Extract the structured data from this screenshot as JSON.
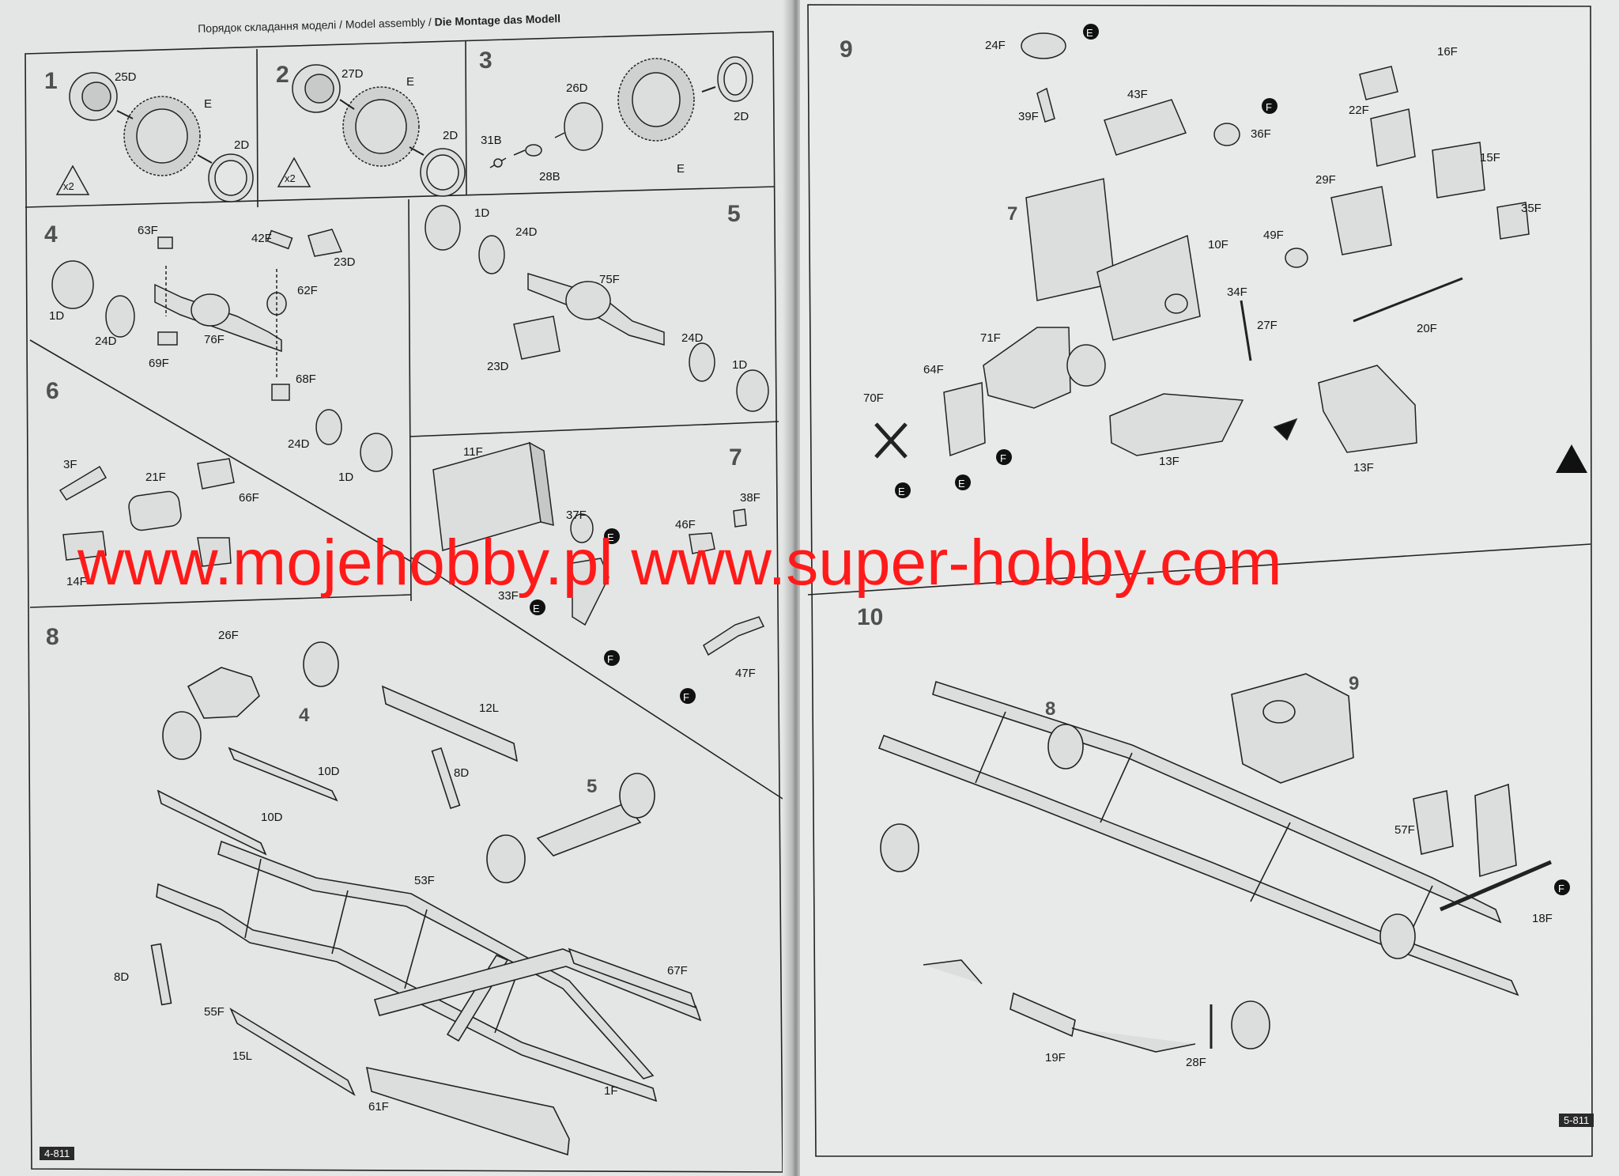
{
  "header": {
    "uk": "Порядок складання моделі",
    "en": "Model assembly",
    "de": "Die Montage das Modell",
    "sep": " / "
  },
  "page_numbers": {
    "left": "4-811",
    "right": "5-811"
  },
  "watermark": {
    "text": "www.mojehobby.pl www.super-hobby.com",
    "color": "#ff1a1a"
  },
  "steps": {
    "s1": {
      "num": "1",
      "multiplier": "x2",
      "parts": [
        "25D",
        "E",
        "2D"
      ]
    },
    "s2": {
      "num": "2",
      "multiplier": "x2",
      "parts": [
        "27D",
        "E",
        "2D"
      ]
    },
    "s3": {
      "num": "3",
      "parts": [
        "31B",
        "28B",
        "26D",
        "2D",
        "E"
      ]
    },
    "s4": {
      "num": "4",
      "parts": [
        "63F",
        "42F",
        "23D",
        "62F",
        "1D",
        "24D",
        "69F",
        "76F",
        "68F",
        "24D",
        "1D"
      ]
    },
    "s5": {
      "num": "5",
      "parts": [
        "1D",
        "24D",
        "75F",
        "23D",
        "24D",
        "1D"
      ]
    },
    "s6": {
      "num": "6",
      "parts": [
        "3F",
        "21F",
        "66F",
        "14F"
      ]
    },
    "s7": {
      "num": "7",
      "parts": [
        "11F",
        "37F",
        "46F",
        "38F",
        "33F",
        "47F"
      ]
    },
    "s8": {
      "num": "8",
      "refs": [
        "4",
        "5"
      ],
      "parts": [
        "26F",
        "12L",
        "10D",
        "10D",
        "8D",
        "53F",
        "8D",
        "55F",
        "15L",
        "67F",
        "61F",
        "1F"
      ]
    },
    "s9": {
      "num": "9",
      "refs": [
        "7"
      ],
      "parts": [
        "24F",
        "39F",
        "43F",
        "36F",
        "16F",
        "22F",
        "15F",
        "29F",
        "35F",
        "49F",
        "10F",
        "34F",
        "27F",
        "20F",
        "71F",
        "64F",
        "70F",
        "13F",
        "13F"
      ]
    },
    "s10": {
      "num": "10",
      "refs": [
        "8",
        "9"
      ],
      "parts": [
        "57F",
        "18F",
        "19F",
        "28F"
      ]
    }
  },
  "sprue_badges": [
    "E",
    "F"
  ]
}
